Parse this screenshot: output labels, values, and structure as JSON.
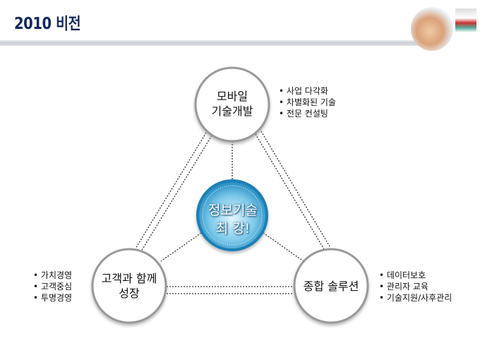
{
  "header": {
    "title": "2010 비전"
  },
  "center": {
    "line1": "정보기술",
    "line2": "최 강!"
  },
  "nodes": {
    "top": {
      "line1": "모바일",
      "line2": "기술개발",
      "bullets": [
        "사업 다각화",
        "차별화된 기술",
        "전문 컨설팅"
      ]
    },
    "left": {
      "line1": "고객과 함께",
      "line2": "성장",
      "bullets": [
        "가치경영",
        "고객중심",
        "투명경영"
      ]
    },
    "right": {
      "line1": "종합 솔루션",
      "line2": "",
      "bullets": [
        "데이터보호",
        "관리자 교육",
        "기술지원/사후관리"
      ]
    }
  },
  "colors": {
    "title": "#14285a",
    "center": "#2a9ed0"
  }
}
